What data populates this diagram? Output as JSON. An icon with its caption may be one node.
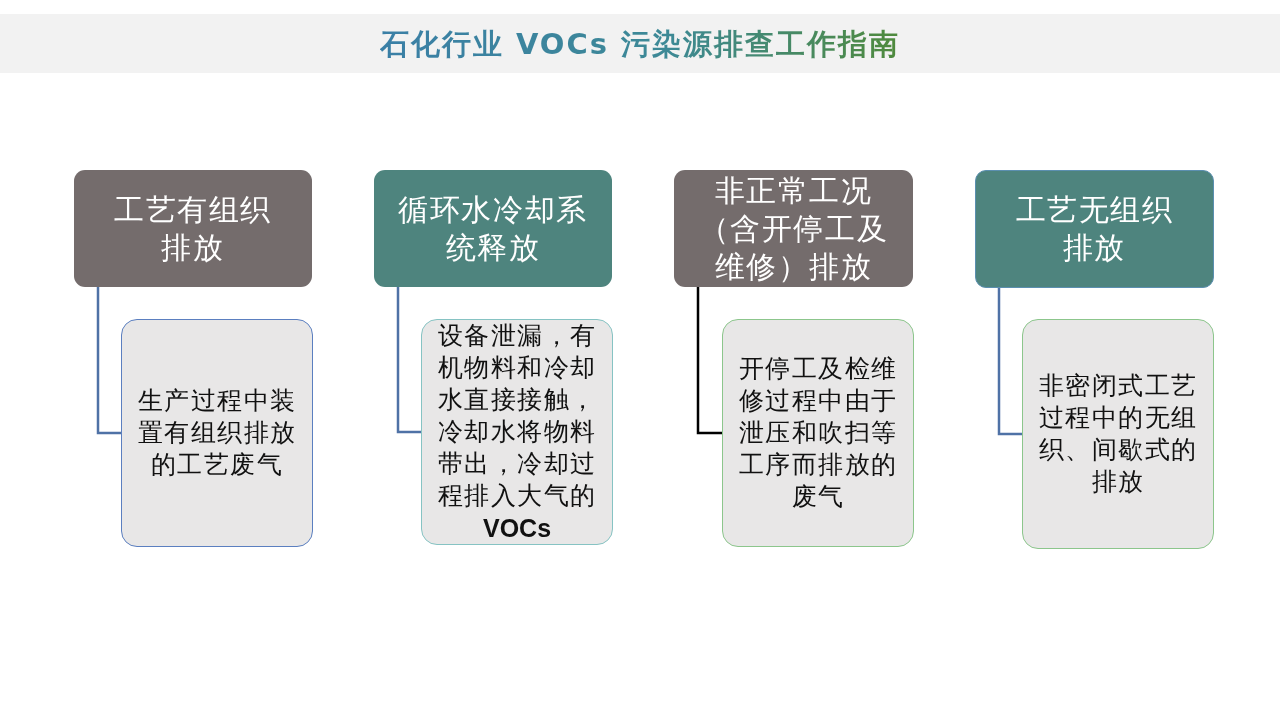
{
  "diagram": {
    "title": "石化行业 VOCs 污染源排查工作指南",
    "nodes": [
      {
        "text": [
          "工艺有组织排放"
        ]
      },
      {
        "text": [
          "生产过程中装置有组织排放的工艺废气"
        ]
      },
      {
        "text": [
          "循环水冷却系统释放"
        ]
      },
      {
        "text": [
          "设备泄漏，有机物料和冷却水直接接触，冷却水将物料带出，冷却过程排入大气的**VOCs**"
        ]
      },
      {
        "text": [
          "非正常工况（含开停工及维修）排放"
        ]
      },
      {
        "text": [
          "开停工及检维修过程中由于泄压和吹扫等工序而排放的废气"
        ]
      },
      {
        "text": [
          "工艺无组织排放"
        ]
      },
      {
        "text": [
          "非密闭式工艺过程中的无组织、间歇式的排放"
        ]
      }
    ],
    "edges": [
      {
        "from": 0,
        "to": 1,
        "arrow": "none"
      },
      {
        "from": 2,
        "to": 3,
        "arrow": "none"
      },
      {
        "from": 4,
        "to": 5,
        "arrow": "none",
        "color": "#000000"
      },
      {
        "from": 6,
        "to": 7,
        "arrow": "none"
      }
    ]
  }
}
